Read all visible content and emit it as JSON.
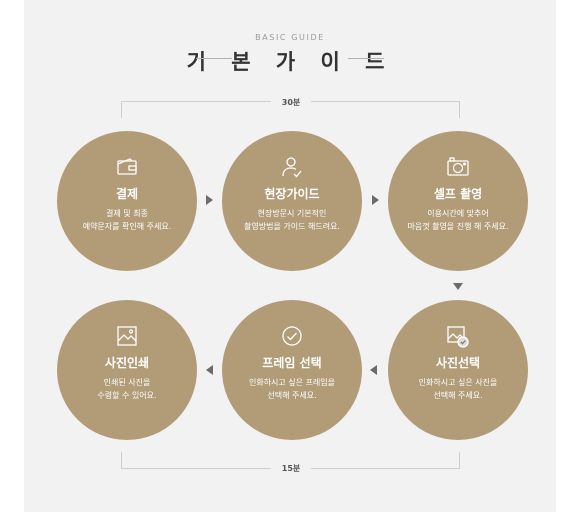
{
  "header": {
    "subtitle": "BASIC GUIDE",
    "title": "기 본 가 이 드"
  },
  "time": {
    "top": "30분",
    "bottom": "15분"
  },
  "steps": [
    {
      "title": "결제",
      "desc1": "결제 및 최종",
      "desc2": "예약문자를 확인해 주세요.",
      "icon": "wallet-icon"
    },
    {
      "title": "현장가이드",
      "desc1": "현장방문시 기본적인",
      "desc2": "촬영방법을 가이드 해드려요.",
      "icon": "person-check-icon"
    },
    {
      "title": "셀프 촬영",
      "desc1": "이용시간에 맞추어",
      "desc2": "마음껏 촬영을 진행 해 주세요.",
      "icon": "camera-icon"
    },
    {
      "title": "사진선택",
      "desc1": "인화하시고 싶은 사진을",
      "desc2": "선택해 주세요.",
      "icon": "photo-check-icon"
    },
    {
      "title": "프레임 선택",
      "desc1": "인화하시고 싶은 프레임을",
      "desc2": "선택해 주세요.",
      "icon": "check-circle-icon"
    },
    {
      "title": "사진인쇄",
      "desc1": "인쇄된 사진을",
      "desc2": "수령할 수 있어요.",
      "icon": "picture-icon"
    }
  ],
  "colors": {
    "circle": "#b29c78",
    "background": "#f2f2f2",
    "arrow": "#6b6b6b"
  }
}
